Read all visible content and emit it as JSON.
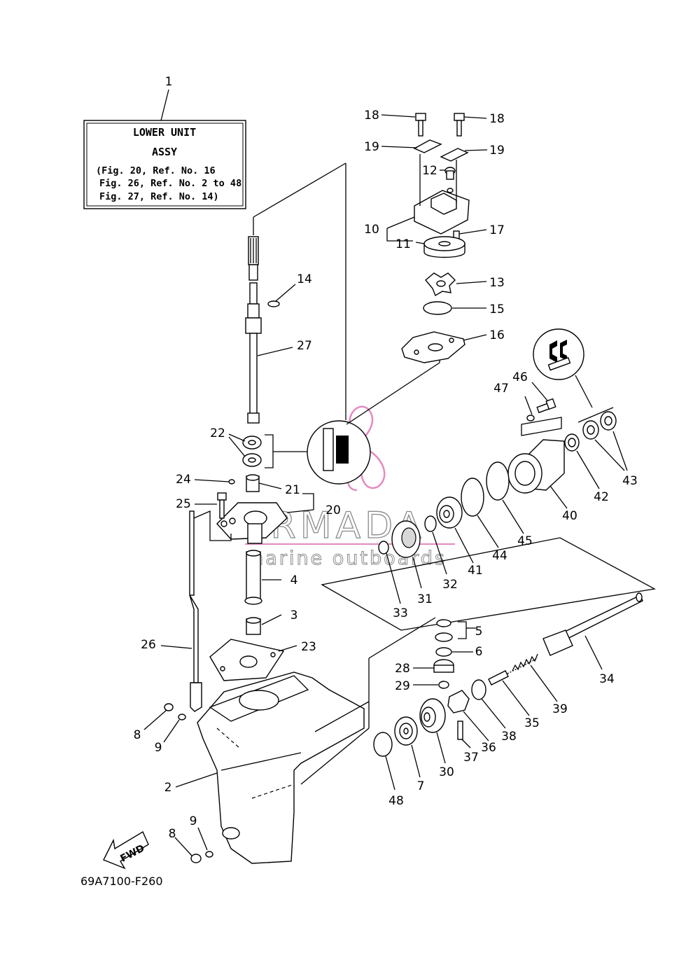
{
  "callouts": {
    "c1": "1",
    "c2": "2",
    "c3": "3",
    "c4": "4",
    "c5": "5",
    "c6": "6",
    "c7": "7",
    "c8a": "8",
    "c8b": "8",
    "c9a": "9",
    "c9b": "9",
    "c10": "10",
    "c11": "11",
    "c12": "12",
    "c13": "13",
    "c14": "14",
    "c15": "15",
    "c16": "16",
    "c17": "17",
    "c18a": "18",
    "c18b": "18",
    "c19a": "19",
    "c19b": "19",
    "c20": "20",
    "c21": "21",
    "c22": "22",
    "c23": "23",
    "c24": "24",
    "c25": "25",
    "c26": "26",
    "c27": "27",
    "c28": "28",
    "c29": "29",
    "c30": "30",
    "c31": "31",
    "c32": "32",
    "c33": "33",
    "c34": "34",
    "c35": "35",
    "c36": "36",
    "c37": "37",
    "c38": "38",
    "c39": "39",
    "c40": "40",
    "c41": "41",
    "c42": "42",
    "c43": "43",
    "c44": "44",
    "c45": "45",
    "c46": "46",
    "c47": "47",
    "c48": "48"
  },
  "assy_box": {
    "line1": "LOWER UNIT",
    "line2": "ASSY",
    "line3": "(Fig. 20, Ref. No. 16",
    "line4": "Fig. 26, Ref. No. 2 to 48",
    "line5": "Fig. 27, Ref. No. 14)"
  },
  "fwd_label": "FWD",
  "drawing_code": "69A7100-F260",
  "watermark": {
    "brand": "ARMADA",
    "tagline": "marine outboards",
    "accent_color": "#e48ac0"
  },
  "colors": {
    "line": "#000000",
    "background": "#ffffff",
    "watermark_text": "#8a8a8a"
  }
}
